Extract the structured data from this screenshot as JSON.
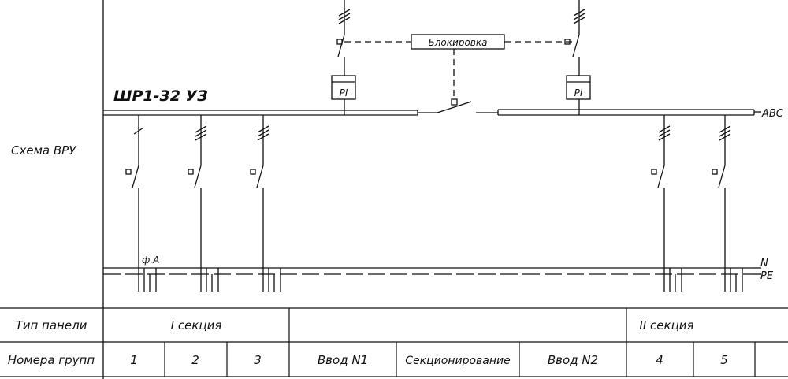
{
  "diagram": {
    "left_label": "Схема ВРУ",
    "panel_name": "ШР1-32 УЗ",
    "interlock_label": "Блокировка",
    "meter_label": "PI",
    "bus_label": "ABC",
    "phase_label": "ф.А",
    "neutral_label": "N",
    "pe_label": "PE"
  },
  "table": {
    "row1": {
      "header": "Тип панели",
      "cells": [
        "I секция",
        "",
        "II секция"
      ]
    },
    "row2": {
      "header": "Номера групп",
      "cells": [
        "1",
        "2",
        "3",
        "Ввод N1",
        "Секционирование",
        "Ввод N2",
        "4",
        "5",
        ""
      ]
    }
  },
  "colors": {
    "line": "#111111",
    "background": "#ffffff"
  }
}
